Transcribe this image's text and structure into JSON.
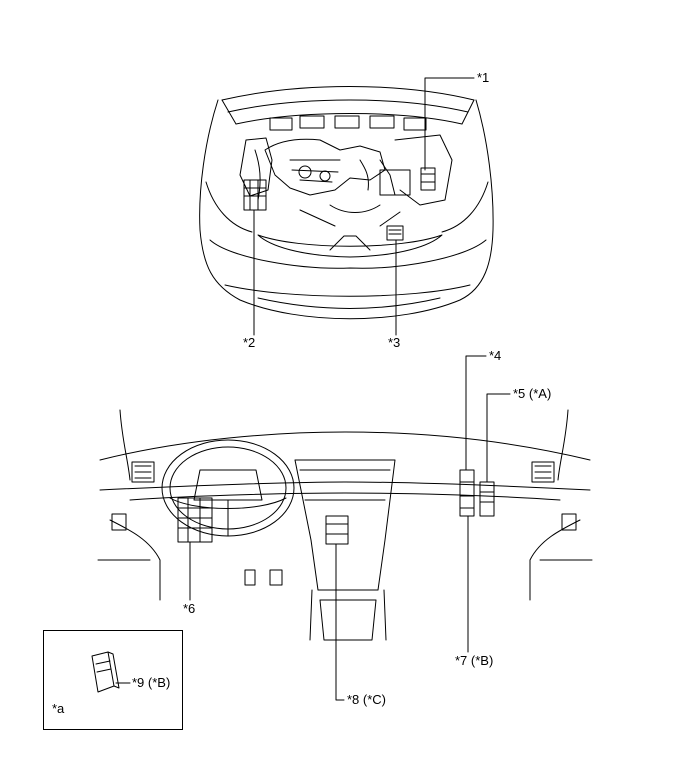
{
  "callouts": {
    "c1": "*1",
    "c2": "*2",
    "c3": "*3",
    "c4": "*4",
    "c5": "*5 (*A)",
    "c6": "*6",
    "c7": "*7 (*B)",
    "c8": "*8 (*C)",
    "c9": "*9 (*B)",
    "ca": "*a"
  }
}
